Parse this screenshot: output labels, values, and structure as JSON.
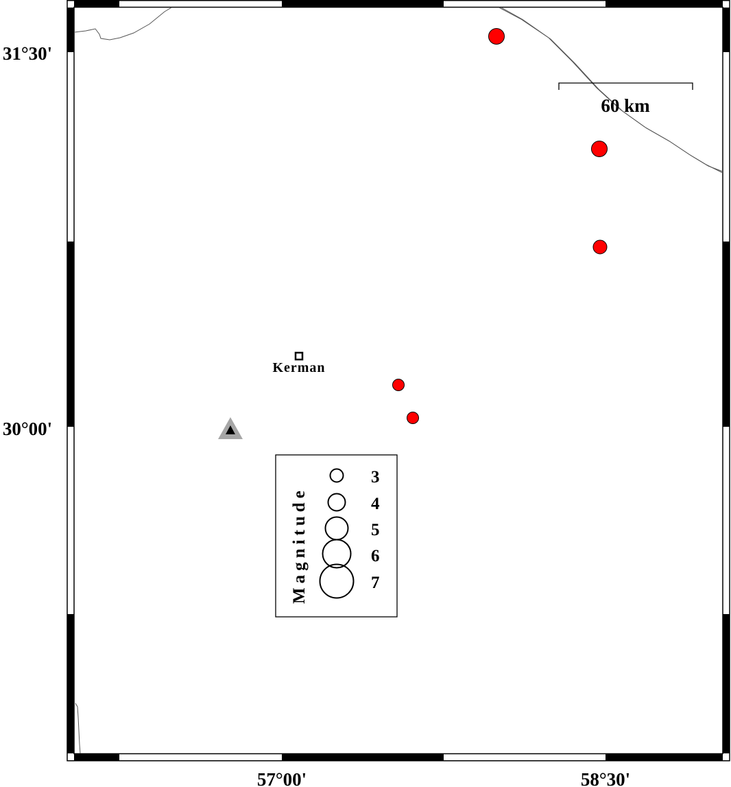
{
  "map": {
    "lon_labels": [
      "57°00'",
      "58°30'"
    ],
    "lat_labels": [
      "31°30'",
      "30°00'"
    ],
    "frame_style": "alternating black and white border"
  },
  "city": {
    "name": "Kerman",
    "marker": "small-square"
  },
  "station": {
    "marker": "triangle",
    "outer_color": "#a6a6a6",
    "inner_color": "#000000"
  },
  "events": {
    "color": "#ff0000",
    "count": 5
  },
  "scale_bar": {
    "label": "60 km"
  },
  "legend": {
    "title": "Magnitude",
    "items": [
      {
        "value": "3"
      },
      {
        "value": "4"
      },
      {
        "value": "5"
      },
      {
        "value": "6"
      },
      {
        "value": "7"
      }
    ]
  }
}
